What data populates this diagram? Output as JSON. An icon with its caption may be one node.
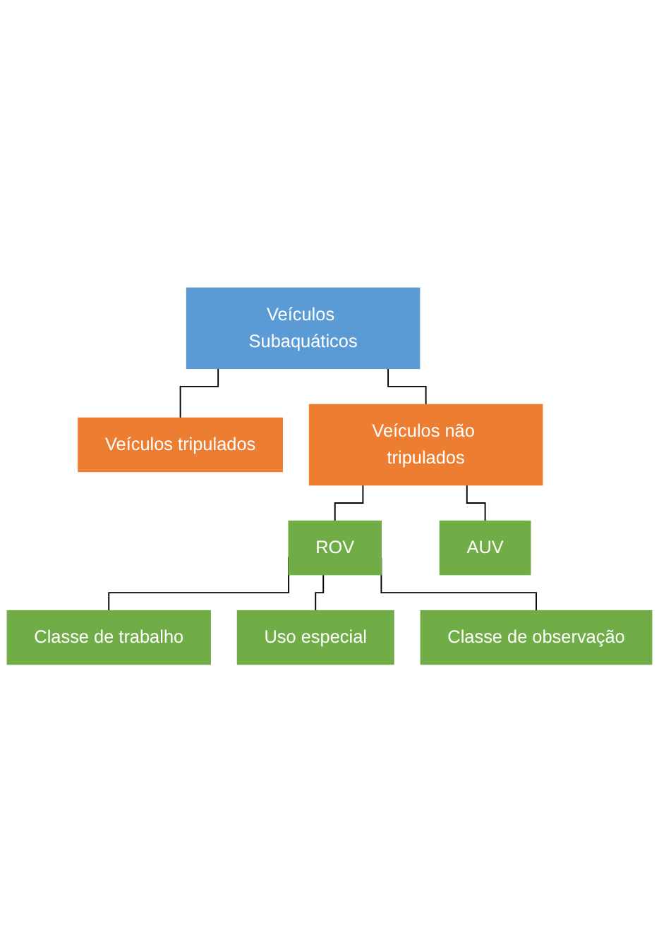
{
  "diagram": {
    "nodes": [
      {
        "text": [
          "Veículos Subaquáticos"
        ]
      },
      {
        "text": [
          "Veículos tripulados"
        ]
      },
      {
        "text": [
          "Veículos não tripulados"
        ]
      },
      {
        "text": [
          "ROV"
        ]
      },
      {
        "text": [
          "AUV"
        ]
      },
      {
        "text": [
          "Classe de trabalho"
        ]
      },
      {
        "text": [
          "Uso especial"
        ]
      },
      {
        "text": [
          "Classe de observação"
        ]
      }
    ],
    "edges": [
      {
        "from": 0,
        "to": 1,
        "arrow": "none"
      },
      {
        "from": 0,
        "to": 2,
        "arrow": "none"
      },
      {
        "from": 2,
        "to": 3,
        "arrow": "none"
      },
      {
        "from": 2,
        "to": 4,
        "arrow": "none"
      },
      {
        "from": 3,
        "to": 5,
        "arrow": "none"
      },
      {
        "from": 3,
        "to": 6,
        "arrow": "none"
      },
      {
        "from": 3,
        "to": 7,
        "arrow": "none"
      }
    ]
  }
}
